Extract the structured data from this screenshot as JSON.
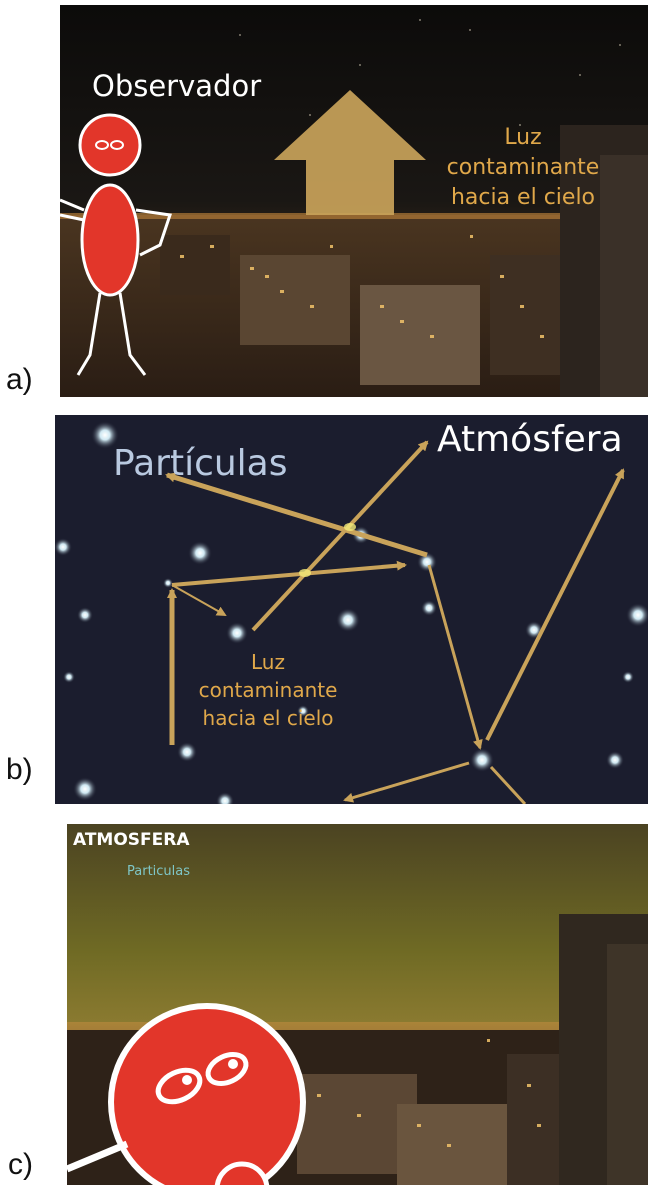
{
  "panels": {
    "a": {
      "label": "a)",
      "observer": "Observador",
      "light_line1": "Luz",
      "light_line2": "contaminante",
      "light_line3": "hacia el cielo"
    },
    "b": {
      "label": "b)",
      "particles": "Partículas",
      "atmosphere": "Atmósfera",
      "light_line1": "Luz",
      "light_line2": "contaminante",
      "light_line3": "hacia el cielo"
    },
    "c": {
      "label": "c)",
      "title": "ATMOSFERA",
      "subtitle": "Particulas"
    }
  },
  "colors": {
    "night_sky": "#14120f",
    "star_sky": "#1b1d2e",
    "arrow_gold": "#c9a35a",
    "orange_text": "#e0a84a",
    "figure_red": "#e2362a",
    "glow_yellow": "#8a7a30",
    "teal_text": "#7fc6c6"
  }
}
